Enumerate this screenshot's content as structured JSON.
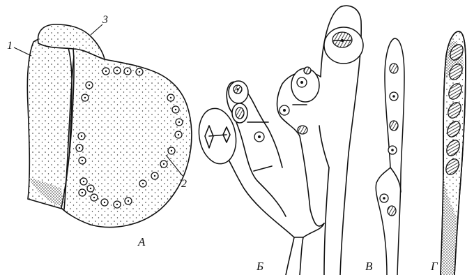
{
  "labels": {
    "panel_a": "А",
    "panel_b": "Б",
    "panel_v": "В",
    "panel_g": "Г"
  },
  "numbers": {
    "n1": "1",
    "n2": "2",
    "n3": "3"
  }
}
